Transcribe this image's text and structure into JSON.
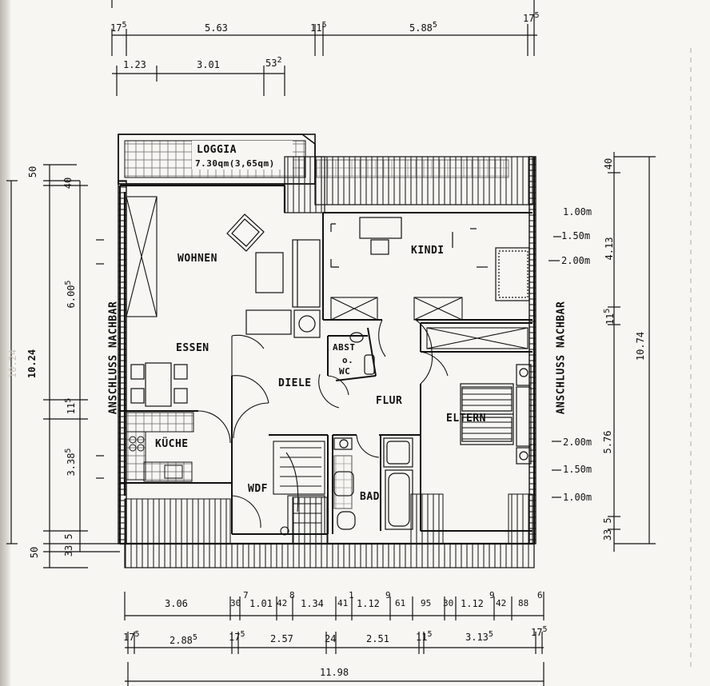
{
  "rooms": {
    "loggia": "LOGGIA",
    "loggia_area": "7.30qm(3,65qm)",
    "wohnen": "WOHNEN",
    "kindi": "KINDI",
    "essen": "ESSEN",
    "abst": "ABST",
    "abst_o": "o.",
    "wc": "WC",
    "diele": "DIELE",
    "flur": "FLUR",
    "eltern": "ELTERN",
    "kuche": "KÜCHE",
    "wdf": "WDF",
    "bad": "BAD"
  },
  "side_labels": {
    "left": "ANSCHLUSS NACHBAR",
    "right": "ANSCHLUSS NACHBAR"
  },
  "top_dims": {
    "row1": [
      "17",
      "5",
      "5.63",
      "11",
      "5",
      "5.88",
      "5",
      "17",
      "5"
    ],
    "row2": [
      "1.23",
      "3.01",
      "53",
      "2"
    ]
  },
  "bottom_dims": {
    "row1": [
      "3.06",
      "30",
      "7",
      "1.01",
      "42",
      "8",
      "1.34",
      "41",
      "1",
      "1.12",
      "9",
      "61",
      "95",
      "30",
      "1.12",
      "9",
      "42",
      "88",
      "6"
    ],
    "row2": [
      "17",
      "5",
      "2.88",
      "5",
      "17",
      "5",
      "2.57",
      "24",
      "2.51",
      "11",
      "5",
      "3.13",
      "5",
      "17",
      "5"
    ],
    "total": "11.98"
  },
  "left_dims": {
    "d50_top": "50",
    "d40": "40",
    "d600": "6.00",
    "d600_sup": "5",
    "d1024": "10.24",
    "d1024_faint": "10.24",
    "d115": "1",
    "d115_sup": "5",
    "d338": "3.38",
    "d338_sup": "5",
    "d5": "5",
    "d33": "33",
    "d50_bottom": "50"
  },
  "right_dims": {
    "d40": "40",
    "d413": "4.13",
    "d115": "1",
    "d115_sup": "5",
    "d1074": "10.74",
    "d576": "5.76",
    "d5": "5",
    "d33": "33",
    "h100a": "1.00m",
    "h150a": "1.50m",
    "h200a": "2.00m",
    "h200b": "2.00m",
    "h150b": "1.50m",
    "h100b": "1.00m"
  }
}
